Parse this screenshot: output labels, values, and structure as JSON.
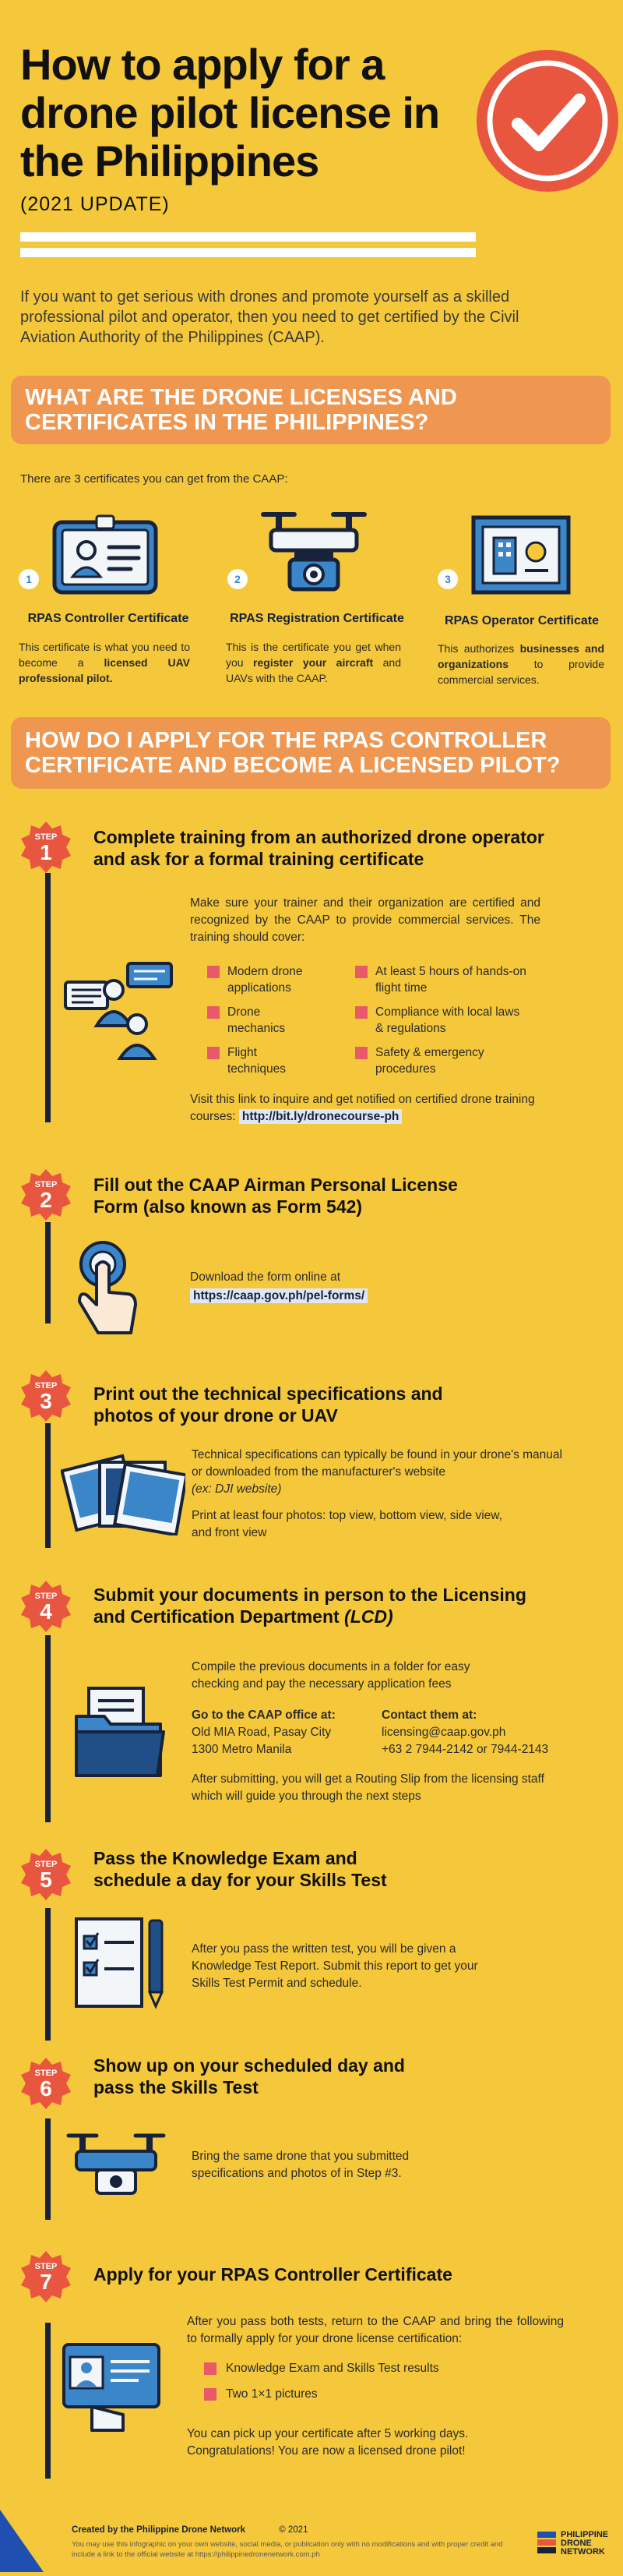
{
  "header": {
    "title": "How to apply for a drone pilot license in the Philippines",
    "subtitle": "(2021 UPDATE)",
    "intro": "If you want to get serious with drones and promote yourself as a skilled professional pilot and operator, then you need to get certified by the Civil Aviation Authority of the Philippines (CAAP).",
    "check_color": "#e8563f"
  },
  "section1": {
    "banner": "WHAT ARE THE DRONE LICENSES AND CERTIFICATES IN THE PHILIPPINES?",
    "lead": "There are 3 certificates you can get from the CAAP:",
    "certs": [
      {
        "num": "1",
        "title": "RPAS Controller Certificate",
        "desc": "This certificate is what you need to become a licensed UAV professional pilot."
      },
      {
        "num": "2",
        "title": "RPAS Registration Certificate",
        "desc": "This is the certificate you get when you register your aircraft and UAVs with the CAAP."
      },
      {
        "num": "3",
        "title": "RPAS Operator Certificate",
        "desc": "This authorizes businesses and organizations to provide commercial services."
      }
    ]
  },
  "section2": {
    "banner": "HOW DO I APPLY FOR THE RPAS CONTROLLER CERTIFICATE AND BECOME A LICENSED PILOT?"
  },
  "steps": [
    {
      "label": "STEP",
      "num": "1",
      "title": "Complete training from an authorized drone operator and ask for a formal training certificate",
      "text": "Make sure your trainer and their organization are certified and recognized by the CAAP to provide commercial services. The training should cover:",
      "bullets": [
        "Modern drone applications",
        "At least 5 hours of hands-on flight time",
        "Drone mechanics",
        "Compliance with local laws & regulations",
        "Flight techniques",
        "Safety & emergency procedures"
      ],
      "text2": "Visit this link to inquire and get notified on certified drone training courses:",
      "link": "http://bit.ly/dronecourse-ph"
    },
    {
      "label": "STEP",
      "num": "2",
      "title": "Fill out the CAAP Airman Personal License Form (also known as Form 542)",
      "text": "Download the form online at",
      "link": "https://caap.gov.ph/pel-forms/"
    },
    {
      "label": "STEP",
      "num": "3",
      "title": "Print out the technical specifications and photos of your drone or UAV",
      "text": "Technical specifications can typically be found in your drone's manual or downloaded from the manufacturer's website",
      "note": "(ex: DJI website)",
      "text2": "Print at least four photos: top view, bottom view, side view, and front view"
    },
    {
      "label": "STEP",
      "num": "4",
      "title": "Submit your documents in person to the Licensing and Certification Department",
      "title_em": "(LCD)",
      "text": "Compile the previous documents in a folder for easy checking and pay the necessary application fees",
      "office_label": "Go to the CAAP office at:",
      "office_addr1": "Old MIA Road, Pasay City",
      "office_addr2": "1300 Metro Manila",
      "contact_label": "Contact them at:",
      "contact_email": "licensing@caap.gov.ph",
      "contact_phone": "+63 2 7944-2142 or 7944-2143",
      "text2": "After submitting, you will get a Routing Slip from the licensing staff which will guide you through the next steps"
    },
    {
      "label": "STEP",
      "num": "5",
      "title": "Pass the Knowledge Exam and schedule a day for your Skills Test",
      "text": "After you pass the written test, you will be given a Knowledge Test Report. Submit this report to get your Skills Test Permit and schedule."
    },
    {
      "label": "STEP",
      "num": "6",
      "title": "Show up on your scheduled day and pass the Skills Test",
      "text": "Bring the same drone that you submitted specifications and photos of in Step #3."
    },
    {
      "label": "STEP",
      "num": "7",
      "title": "Apply for your RPAS Controller Certificate",
      "text": "After you pass both tests, return to the CAAP and bring the following to formally apply for your drone license certification:",
      "bullets": [
        "Knowledge Exam and Skills Test results",
        "Two 1×1 pictures"
      ],
      "text2": "You can pick up your certificate after 5 working days. Congratulations! You are now a licensed drone pilot!"
    }
  ],
  "footer": {
    "credit": "Created by the Philippine Drone Network",
    "year": "© 2021",
    "note": "You may use this infographic on your own website, social media, or publication only with no modifications and with proper credit and include a link to the official website at https://philippinedronenetwork.com.ph",
    "logo_text": "PHILIPPINE DRONE NETWORK"
  }
}
